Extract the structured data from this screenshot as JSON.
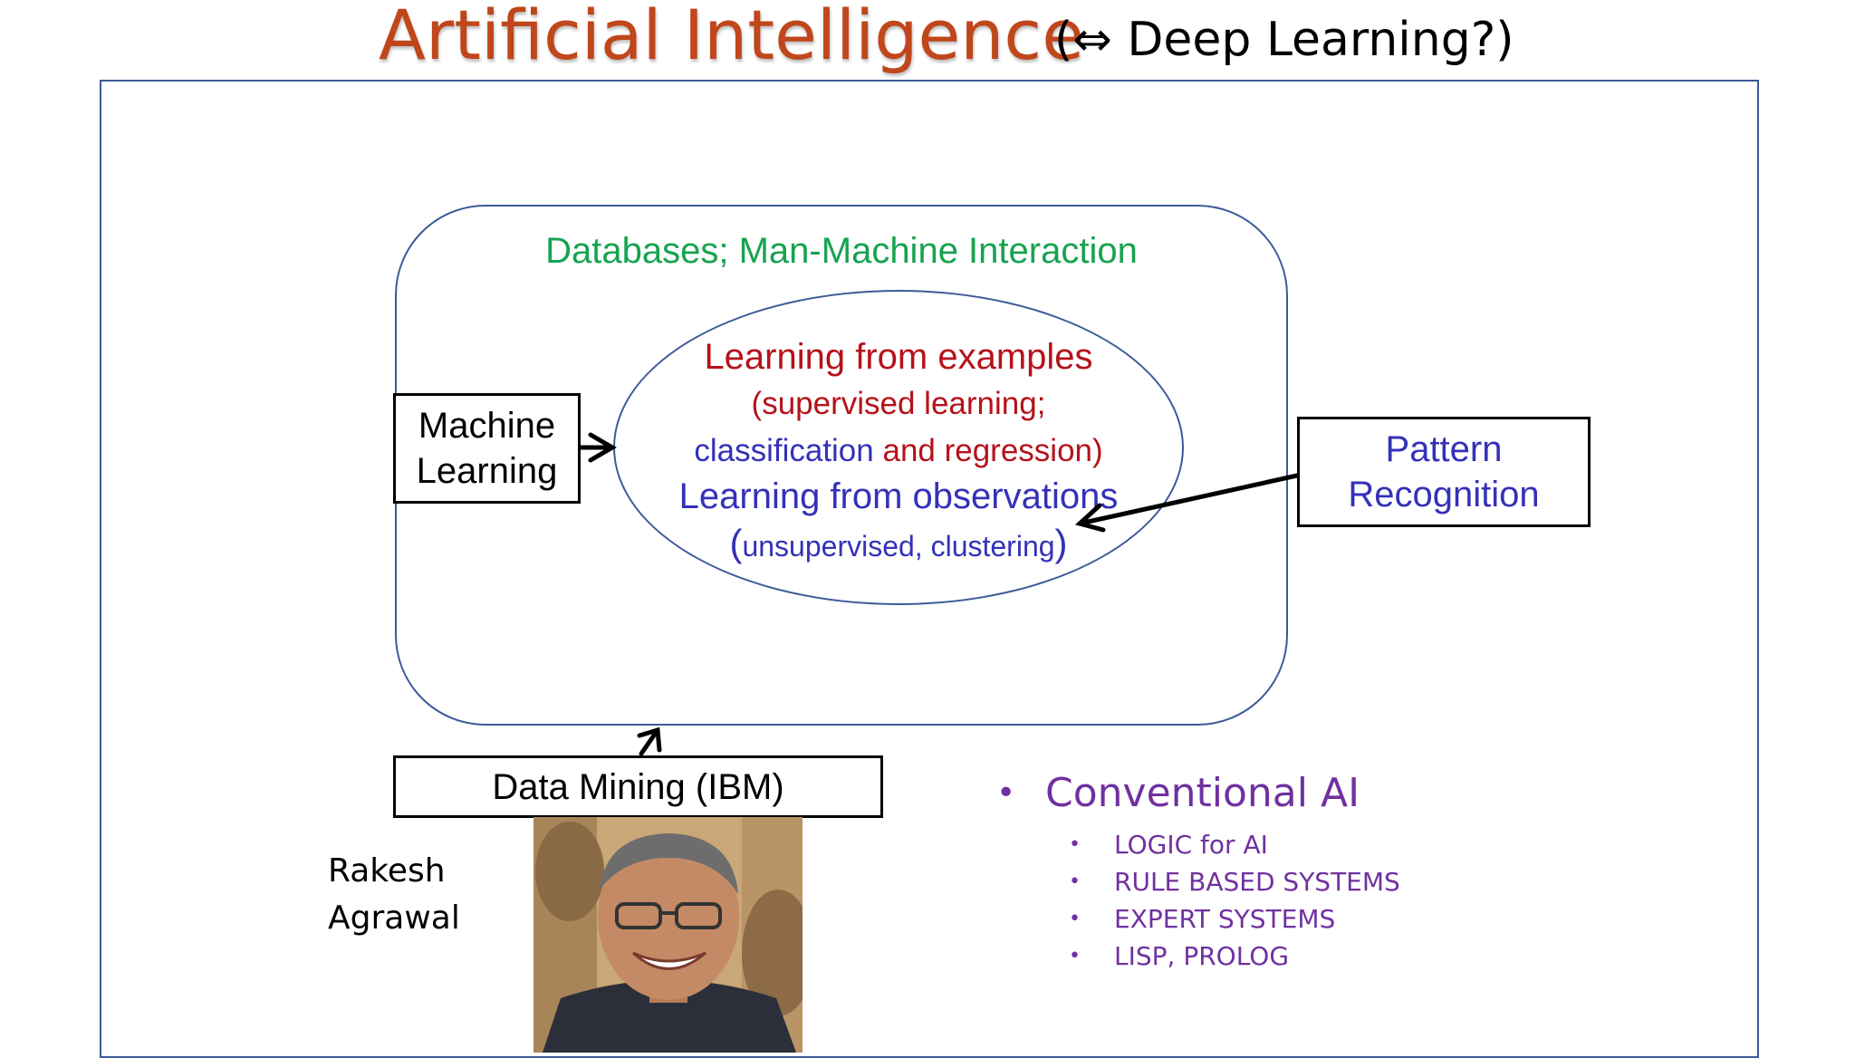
{
  "title": {
    "main": "Artificial Intelligence",
    "sub": "(⇔ Deep Learning?)"
  },
  "diagram": {
    "outer_label": "Databases; Man-Machine Interaction",
    "ellipse": {
      "line1": "Learning from examples",
      "line2": "(supervised learning;",
      "line3_a": "classification",
      "line3_b": " and regression)",
      "line4": "Learning from observations",
      "line5_open": "(",
      "line5_mid": "unsupervised, clustering",
      "line5_close": ")"
    },
    "machine_learning": {
      "line1": "Machine",
      "line2": "Learning"
    },
    "pattern_recognition": {
      "line1": "Pattern",
      "line2": "Recognition"
    },
    "data_mining": "Data Mining (IBM)",
    "person": {
      "first": "Rakesh",
      "last": "Agrawal"
    }
  },
  "conventional_ai": {
    "heading": "Conventional AI",
    "items": [
      "LOGIC for AI",
      "RULE BASED SYSTEMS",
      "EXPERT SYSTEMS",
      "LISP, PROLOG"
    ]
  },
  "colors": {
    "title_orange": "#c0461b",
    "green": "#16a350",
    "red": "#b5121b",
    "blue": "#3431b8",
    "purple": "#7031a0",
    "frame_blue": "#3d5a99"
  },
  "icons": {
    "photo": "person-photo",
    "bullet": "bullet-dot",
    "arrow": "arrow-icon"
  }
}
